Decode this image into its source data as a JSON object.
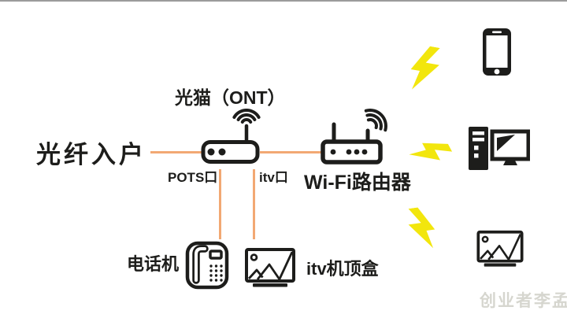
{
  "labels": {
    "fiber": "光纤入户",
    "ont_title": "光猫（ONT）",
    "pots_port": "POTS口",
    "itv_port": "itv口",
    "router": "Wi-Fi路由器",
    "phone": "电话机",
    "stb": "itv机顶盒",
    "watermark": "创业者李孟"
  },
  "colors": {
    "background": "#FFFFFF",
    "ink": "#1D1D1B",
    "cable_orange": "#F2A873",
    "bolt_yellow": "#F2E60D",
    "watermark_gray": "#D2D2CA",
    "top_border_gray": "#9B9B9B"
  },
  "icons": {
    "ont-modem-icon": "box with two dots, antenna and wifi arcs",
    "wifi-router-icon": "box with dots, two antennas and wifi arcs",
    "telephone-icon": "desk telephone with handset, display and keypad",
    "stb-icon": "screen with circle, mountains and stand",
    "smartphone-icon": "smartphone with speaker and home button",
    "desktop-computer-icon": "tower pc with monitor",
    "tv-icon": "screen with circle, mountains and stand",
    "wireless-signal-icon": "yellow lightning bolt"
  }
}
